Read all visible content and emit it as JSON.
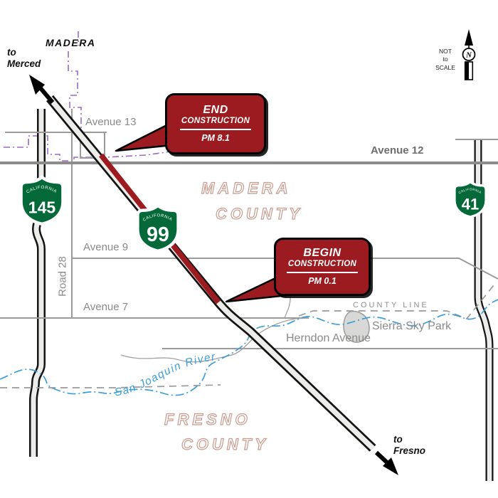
{
  "map": {
    "region_labels": {
      "city": "MADERA",
      "madera_county": {
        "line1": "MADERA",
        "line2": "COUNTY"
      },
      "fresno_county": {
        "line1": "FRESNO",
        "line2": "COUNTY"
      }
    },
    "destinations": {
      "northwest": {
        "line1": "to",
        "line2": "Merced"
      },
      "southeast": {
        "line1": "to",
        "line2": "Fresno"
      }
    },
    "north_indicator": {
      "letter": "N",
      "note": {
        "line1": "NOT",
        "line2": "to",
        "line3": "SCALE"
      }
    },
    "roads": {
      "avenue_13": "Avenue 13",
      "avenue_12": "Avenue 12",
      "avenue_9": "Avenue 9",
      "avenue_7": "Avenue 7",
      "road_28": "Road 28",
      "herndon_avenue": "Herndon Avenue"
    },
    "features": {
      "county_line": "COUNTY LINE",
      "river": "San Joaquin River",
      "park": "Sierra Sky Park"
    },
    "route_shields": [
      {
        "state": "CALIFORNIA",
        "number": "145"
      },
      {
        "state": "CALIFORNIA",
        "number": "99"
      },
      {
        "state": "CALIFORNIA",
        "number": "41"
      }
    ],
    "callouts": [
      {
        "title": "END",
        "subtitle": "CONSTRUCTION",
        "postmile": "PM 8.1"
      },
      {
        "title": "BEGIN",
        "subtitle": "CONSTRUCTION",
        "postmile": "PM 0.1"
      }
    ],
    "colors": {
      "construction-red": "#9c1b20",
      "shield-green": "#046939",
      "river-blue": "#3d9fd6",
      "boundary-purple": "#9a6cc8",
      "county-watermark": "#c79b8d",
      "road-gray": "#9b9b9b",
      "label-gray": "#8a8a8a",
      "highway-fill": "#ececea"
    }
  }
}
